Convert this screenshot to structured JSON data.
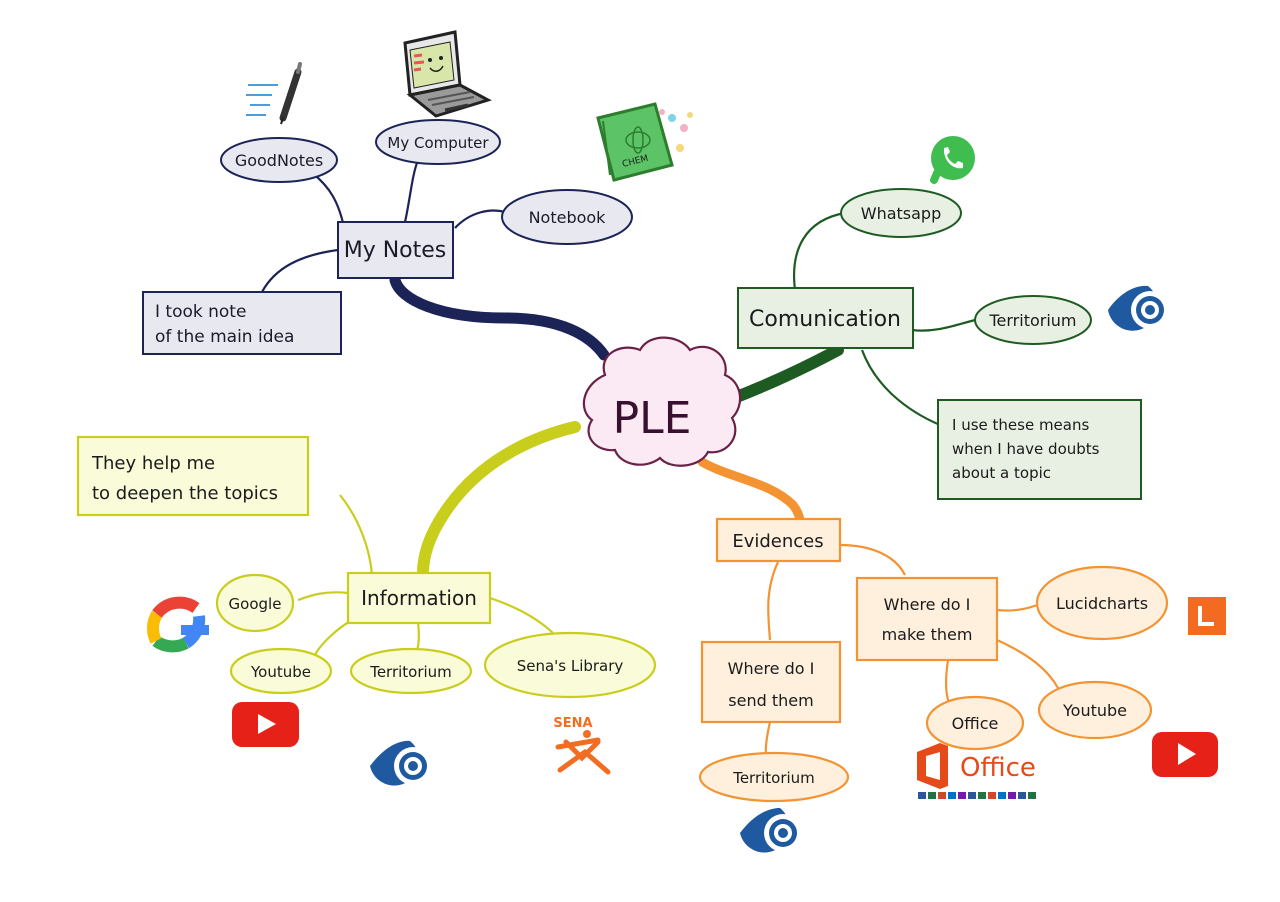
{
  "center": {
    "label": "PLE"
  },
  "colors": {
    "navy": "#1b2357",
    "green": "#1e5b22",
    "yellow": "#c9cd1c",
    "orange": "#f39332",
    "cloud_fill": "#fbeaf3",
    "cloud_stroke": "#6b2146",
    "navy_fill": "#e7e8f0",
    "green_fill": "#e8efe3",
    "yellow_fill": "#fafbd9",
    "orange_fill": "#fff0de"
  },
  "my_notes": {
    "label": "My Notes",
    "goodnotes": "GoodNotes",
    "my_computer": "My Computer",
    "notebook": "Notebook",
    "note_line1": "I took note",
    "note_line2": "of the main idea"
  },
  "comunication": {
    "label": "Comunication",
    "whatsapp": "Whatsapp",
    "territorium": "Territorium",
    "note_line1": "I use these means",
    "note_line2": "when I have doubts",
    "note_line3": "about a topic"
  },
  "information": {
    "label": "Information",
    "note_line1": "They help me",
    "note_line2": "to deepen the topics",
    "google": "Google",
    "youtube": "Youtube",
    "territorium": "Territorium",
    "library": "Sena's Library"
  },
  "evidences": {
    "label": "Evidences",
    "make_line1": "Where do I",
    "make_line2": "make them",
    "send_line1": "Where do I",
    "send_line2": "send them",
    "lucidcharts": "Lucidcharts",
    "office": "Office",
    "youtube": "Youtube",
    "territorium": "Territorium"
  },
  "logos": {
    "sena": "SENA",
    "office": "Office",
    "chem": "CHEM"
  },
  "icons": [
    "pen-tablet-icon",
    "laptop-icon",
    "chemistry-notebook-icon",
    "whatsapp-icon",
    "territorium-icon",
    "google-icon",
    "youtube-icon",
    "sena-logo",
    "office-logo",
    "lucidchart-icon"
  ]
}
